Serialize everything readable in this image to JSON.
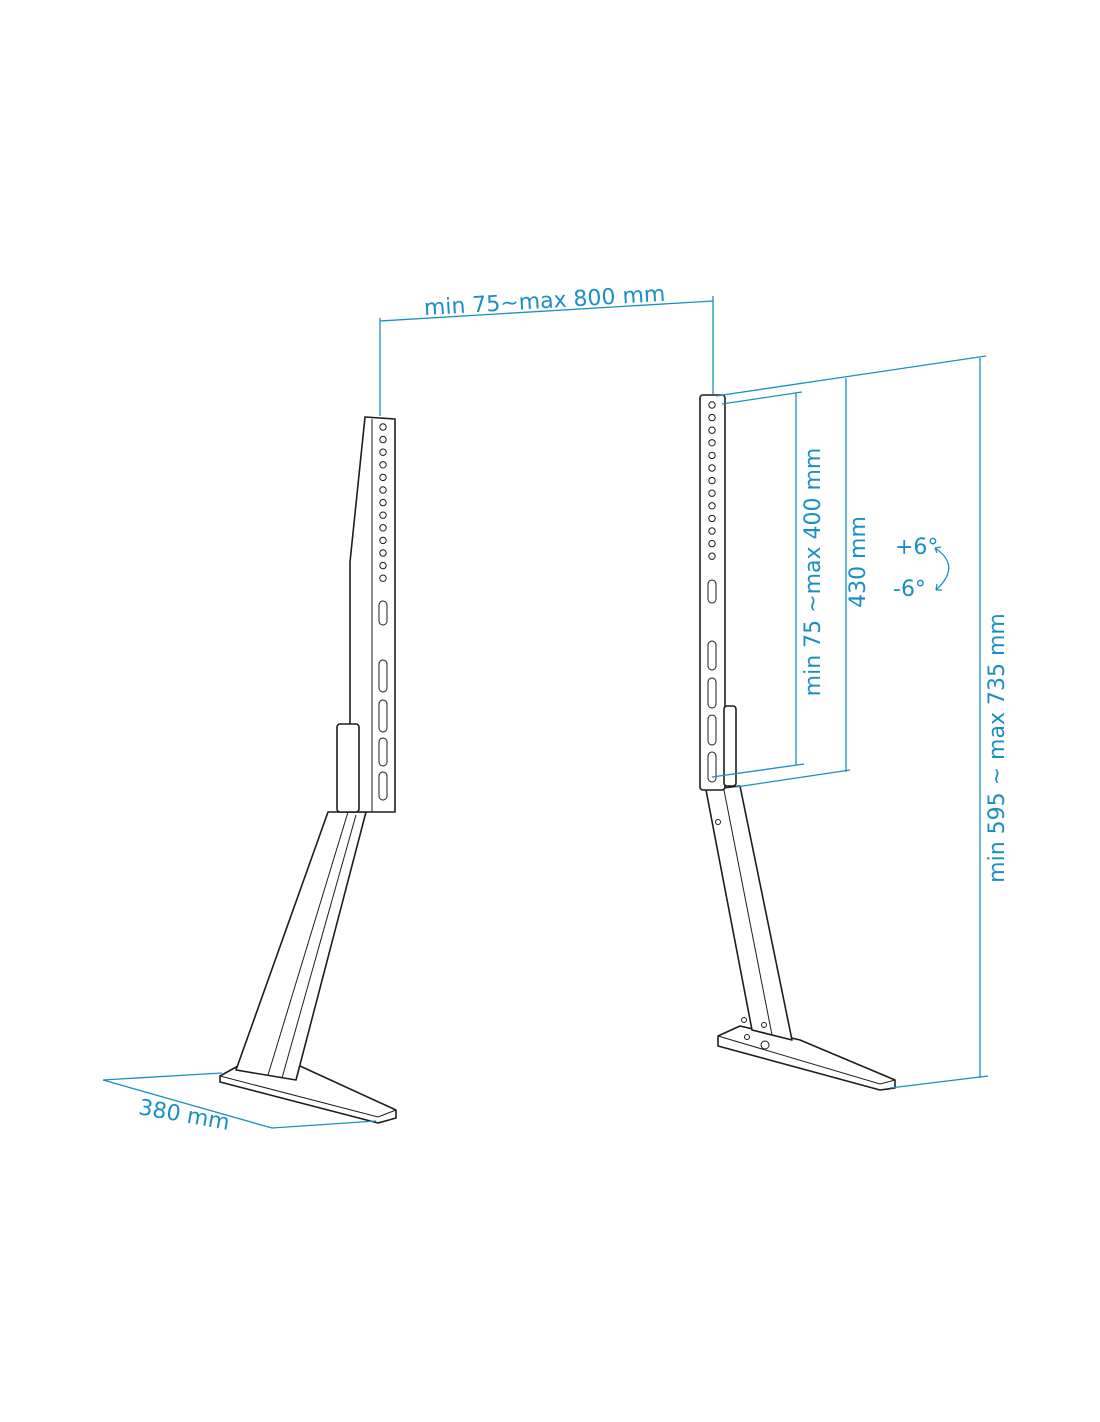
{
  "dimensions": {
    "width_range": "min 75~max 800 mm",
    "height_range": "min 595 ~ max 735 mm",
    "vesa_vertical": "min 75 ~max 400 mm",
    "bracket_length": "430 mm",
    "tilt_up": "+6°",
    "tilt_down": "-6°",
    "foot_depth": "380 mm"
  },
  "colors": {
    "dimension": "#1a8fc4",
    "line": "#1d1d1b"
  }
}
